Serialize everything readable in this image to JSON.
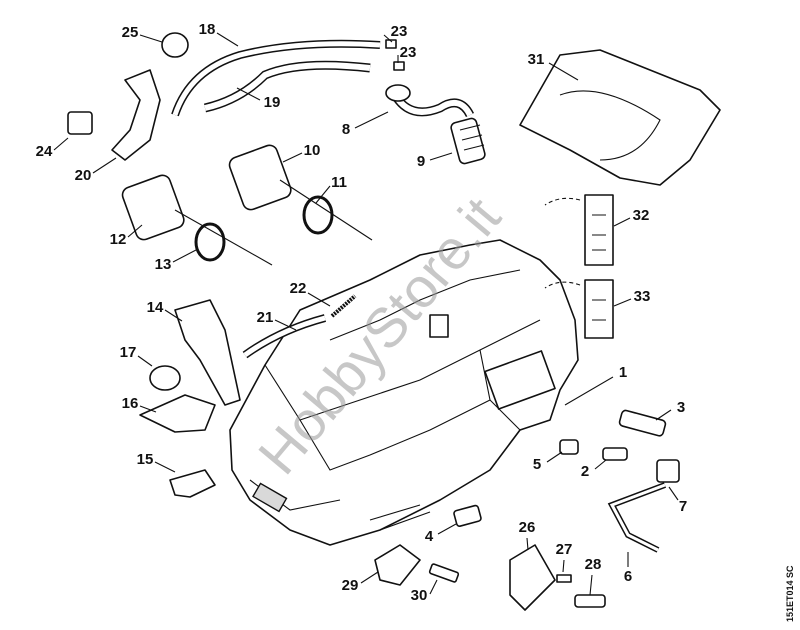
{
  "diagram": {
    "labels": [
      "25",
      "18",
      "23",
      "23",
      "31",
      "19",
      "8",
      "24",
      "20",
      "10",
      "11",
      "9",
      "12",
      "13",
      "32",
      "33",
      "22",
      "21",
      "14",
      "17",
      "16",
      "1",
      "3",
      "15",
      "5",
      "2",
      "7",
      "4",
      "26",
      "6",
      "29",
      "27",
      "28",
      "30"
    ],
    "watermark": "HobbyStore.it",
    "drawing_code": "151ET014 SC"
  }
}
